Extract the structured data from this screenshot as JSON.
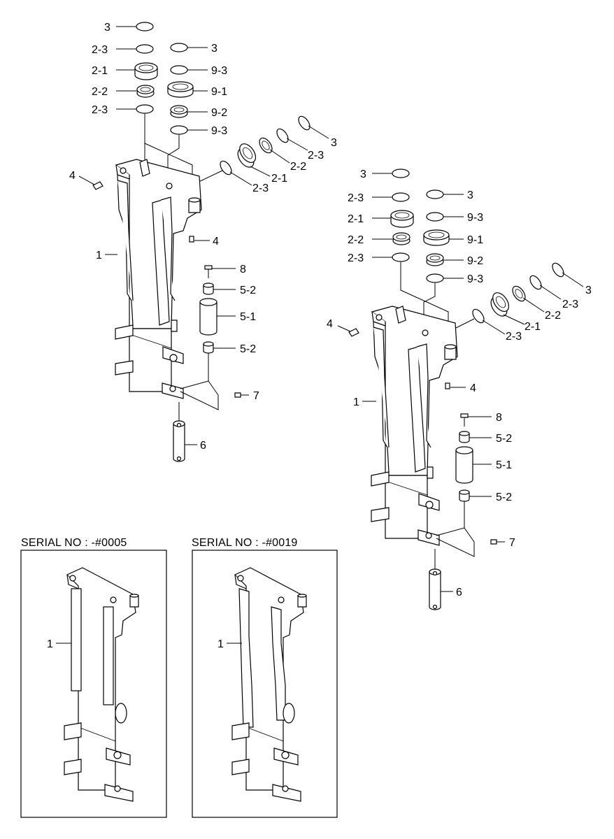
{
  "callouts": {
    "main_a": {
      "c3_top": "3",
      "c23_a": "2-3",
      "c21": "2-1",
      "c22": "2-2",
      "c23_b": "2-3",
      "c3_right": "3",
      "c93_a": "9-3",
      "c91": "9-1",
      "c92": "9-2",
      "c93_b": "9-3",
      "d3": "3",
      "d23_a": "2-3",
      "d22": "2-2",
      "d21": "2-1",
      "d23_b": "2-3",
      "c4_left": "4",
      "c4_right": "4",
      "c1": "1",
      "c8": "8",
      "c52_a": "5-2",
      "c51": "5-1",
      "c52_b": "5-2",
      "c7": "7",
      "c6": "6"
    },
    "main_b": {
      "c3_top": "3",
      "c23_a": "2-3",
      "c21": "2-1",
      "c22": "2-2",
      "c23_b": "2-3",
      "c3_right": "3",
      "c93_a": "9-3",
      "c91": "9-1",
      "c92": "9-2",
      "c93_b": "9-3",
      "d3": "3",
      "d23_a": "2-3",
      "d22": "2-2",
      "d21": "2-1",
      "d23_b": "2-3",
      "c4_left": "4",
      "c4_right": "4",
      "c1": "1",
      "c8": "8",
      "c52_a": "5-2",
      "c51": "5-1",
      "c52_b": "5-2",
      "c7": "7",
      "c6": "6"
    }
  },
  "insets": [
    {
      "serial_label": "SERIAL NO : -#0005",
      "callout": "1"
    },
    {
      "serial_label": "SERIAL NO : -#0019",
      "callout": "1"
    }
  ]
}
